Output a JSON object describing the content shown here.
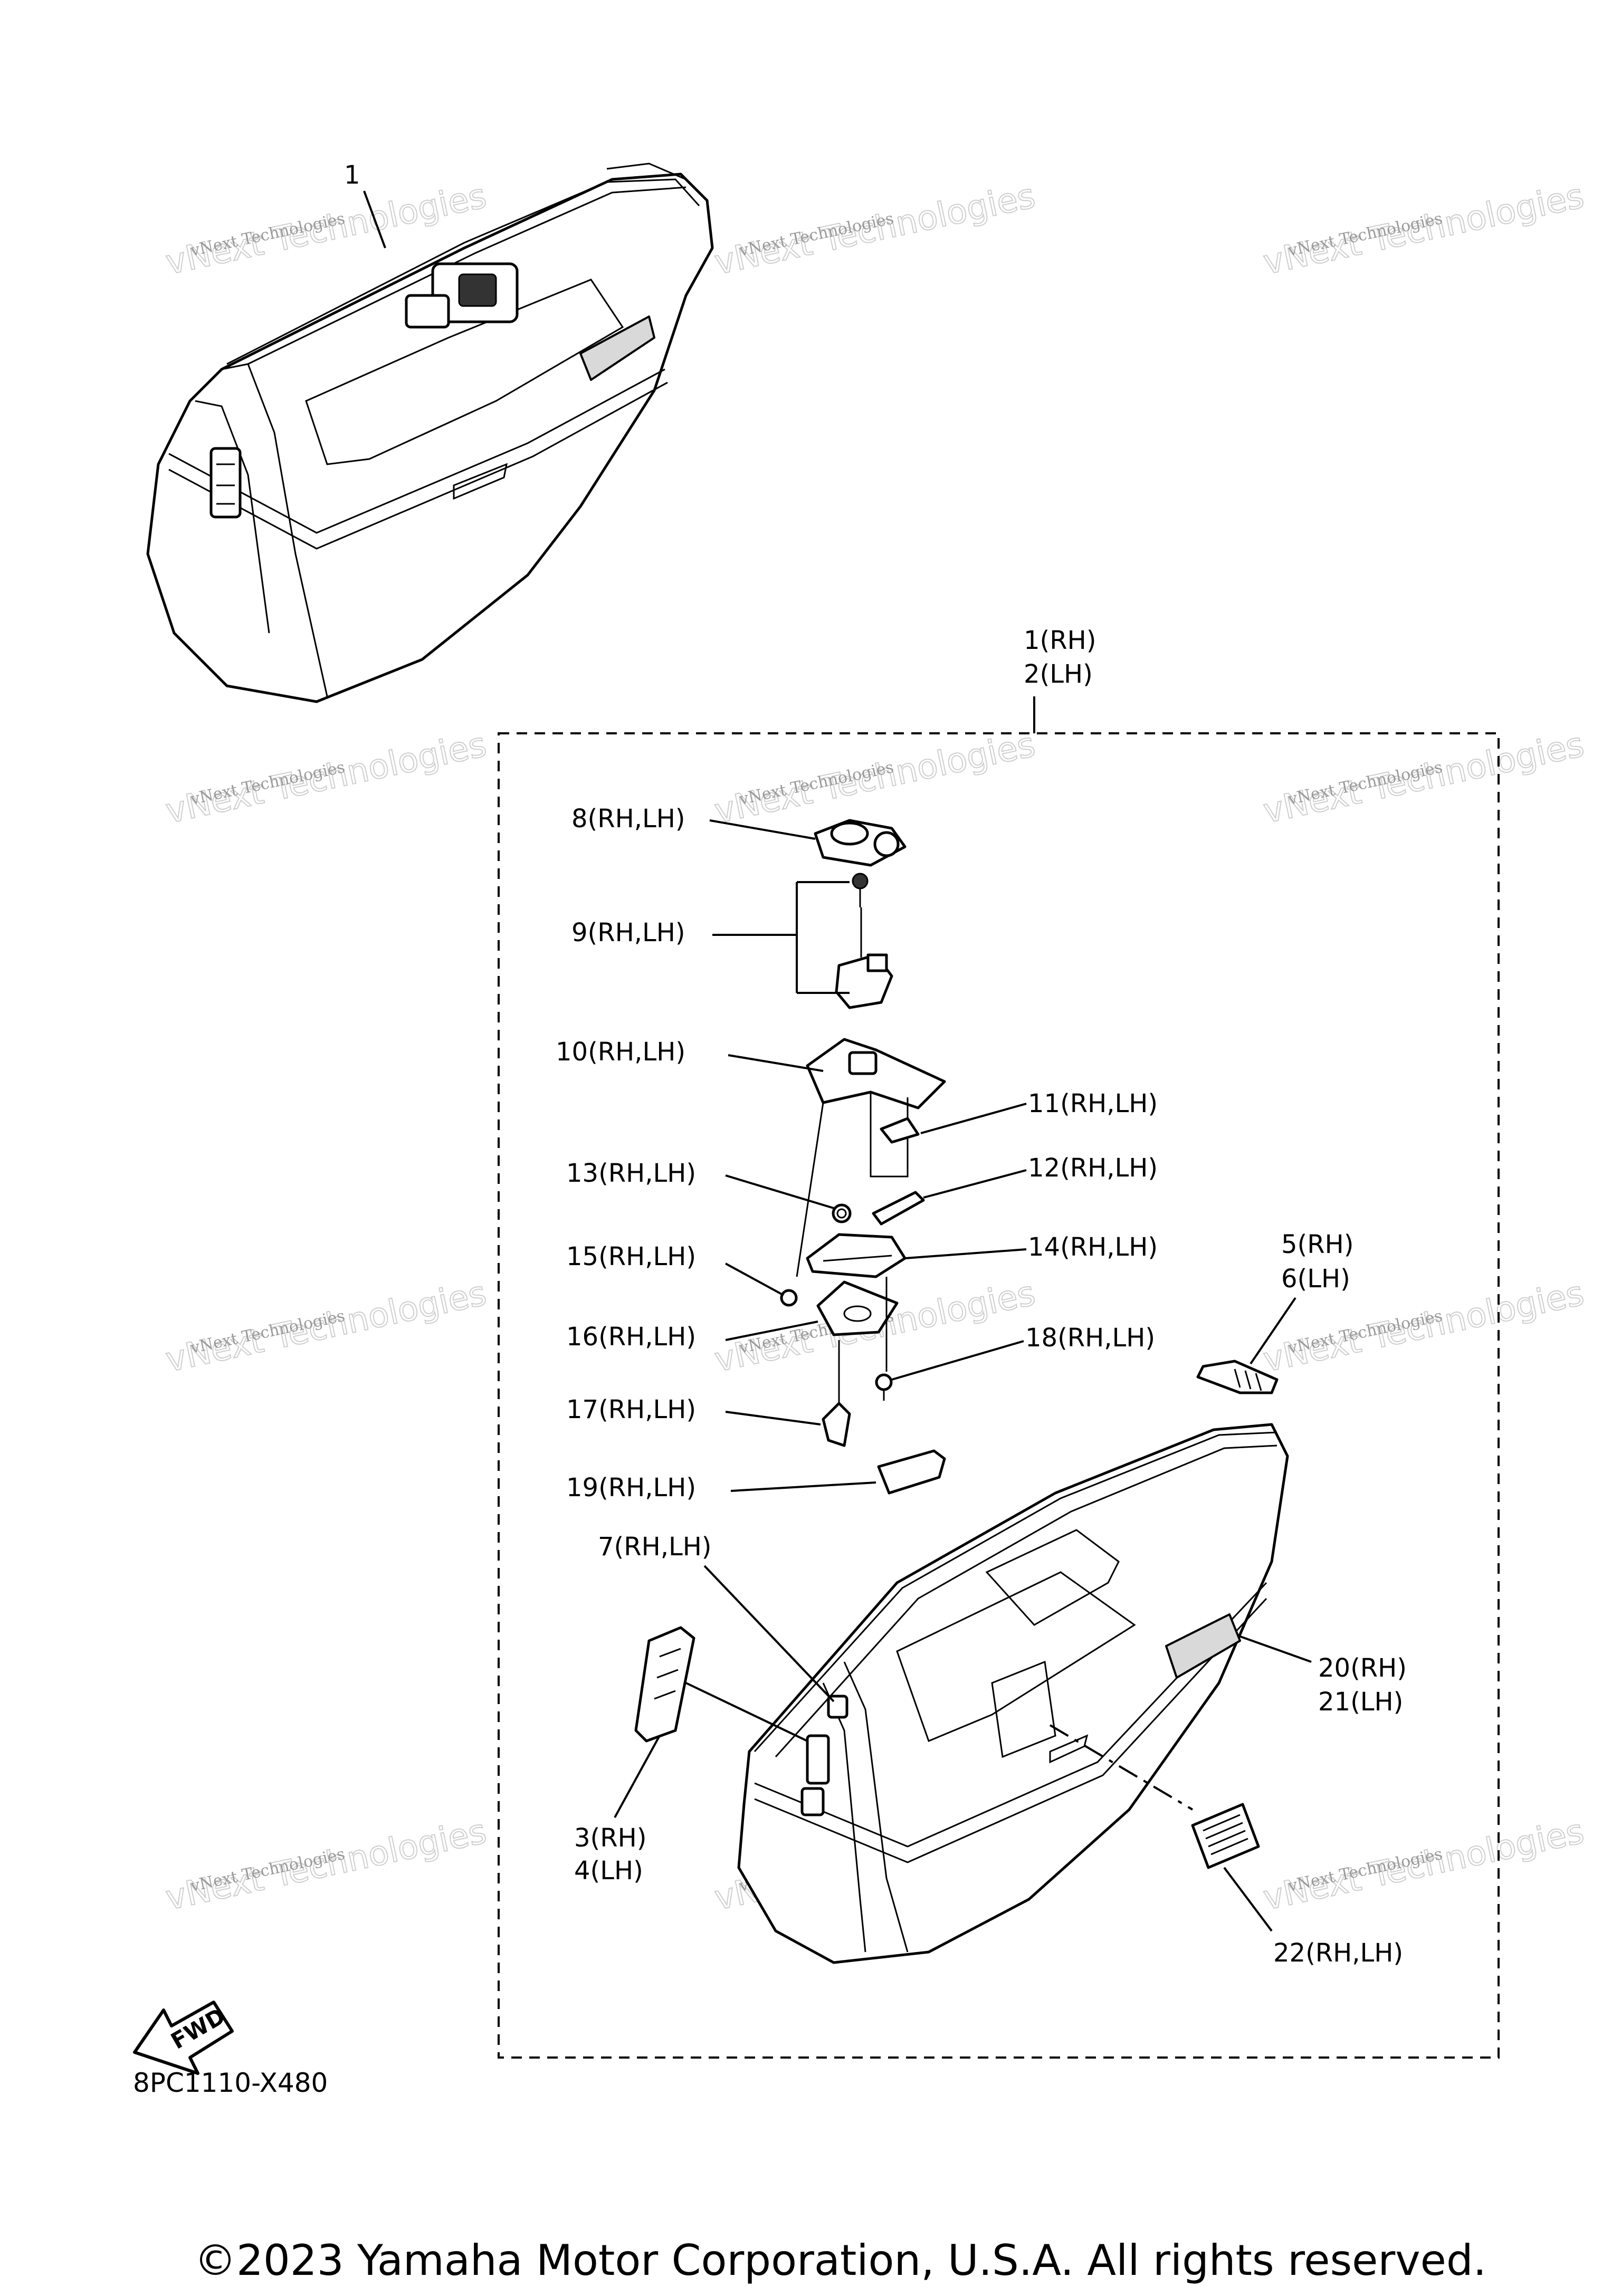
{
  "callouts": {
    "c1": "1",
    "c1rh": "1(RH)",
    "c2lh": "2(LH)",
    "c3rh": "3(RH)",
    "c4lh": "4(LH)",
    "c5rh": "5(RH)",
    "c6lh": "6(LH)",
    "c7": "7(RH,LH)",
    "c8": "8(RH,LH)",
    "c9": "9(RH,LH)",
    "c10": "10(RH,LH)",
    "c11": "11(RH,LH)",
    "c12": "12(RH,LH)",
    "c13": "13(RH,LH)",
    "c14": "14(RH,LH)",
    "c15": "15(RH,LH)",
    "c16": "16(RH,LH)",
    "c17": "17(RH,LH)",
    "c18": "18(RH,LH)",
    "c19": "19(RH,LH)",
    "c20rh": "20(RH)",
    "c21lh": "21(LH)",
    "c22": "22(RH,LH)"
  },
  "fwd": "FWD",
  "diagram_code": "8PC1110-X480",
  "copyright": "©2023 Yamaha Motor Corporation, U.S.A. All rights reserved.",
  "watermark": {
    "line1": "vNext Technologies",
    "line2": "vNext Technologies"
  }
}
